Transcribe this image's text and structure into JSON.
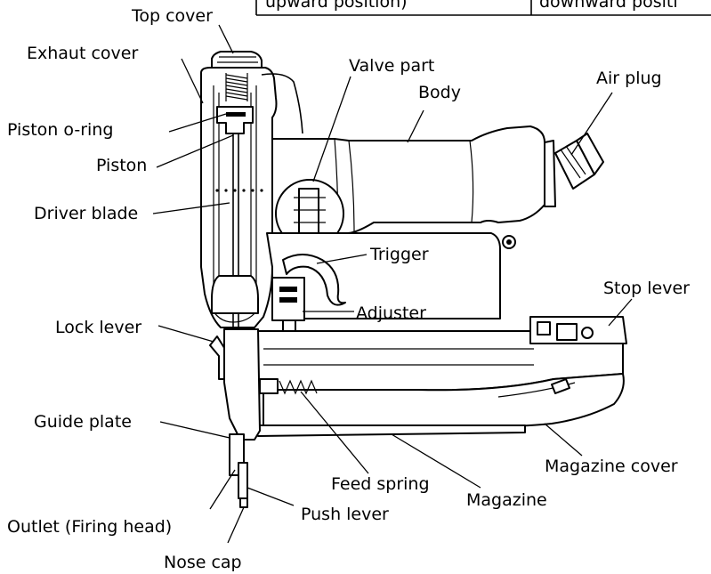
{
  "table": {
    "left_cell": "upward position)",
    "right_cell": "downward positi"
  },
  "labels": {
    "top_cover": "Top cover",
    "exhaust_cover": "Exhaut cover",
    "piston_oring": "Piston o-ring",
    "piston": "Piston",
    "driver_blade": "Driver blade",
    "valve_part": "Valve part",
    "body": "Body",
    "air_plug": "Air plug",
    "trigger": "Trigger",
    "adjuster": "Adjuster",
    "stop_lever": "Stop lever",
    "lock_lever": "Lock lever",
    "guide_plate": "Guide plate",
    "magazine_cover": "Magazine cover",
    "feed_spring": "Feed spring",
    "magazine": "Magazine",
    "outlet": "Outlet (Firing head)",
    "push_lever": "Push lever",
    "nose_cap": "Nose cap"
  }
}
